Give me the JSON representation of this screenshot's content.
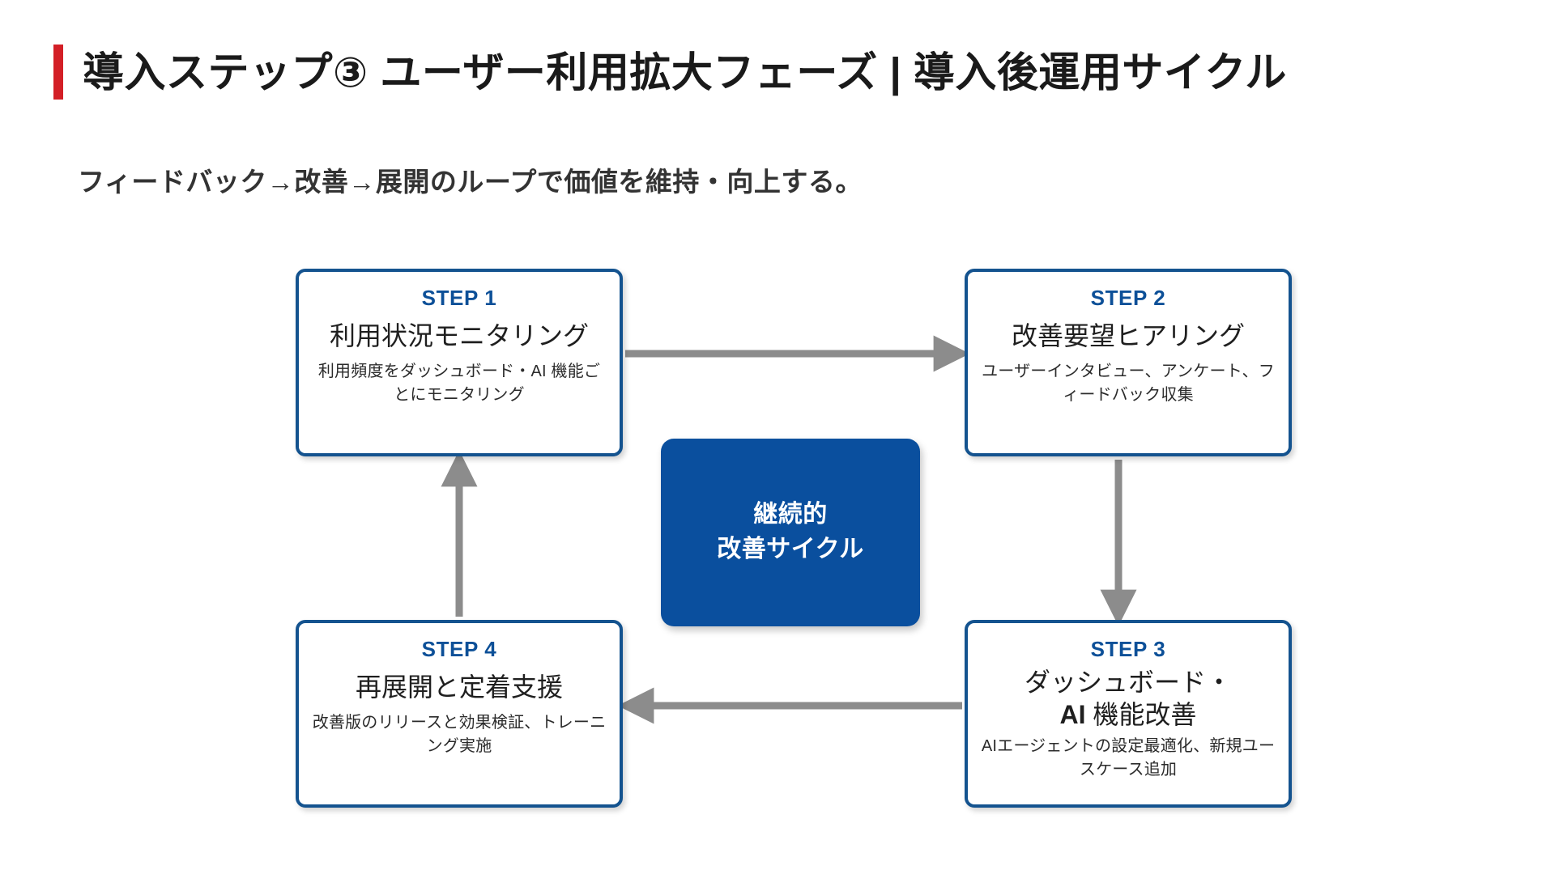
{
  "slide": {
    "title": "導入ステップ③ ユーザー利用拡大フェーズ | 導入後運用サイクル",
    "subtitle": "フィードバック→改善→展開のループで価値を維持・向上する。",
    "accent_bar_color": "#d31f26",
    "brand_blue": "#0a4f9e",
    "card_border_color": "#14538f",
    "step_label_color": "#0d5098",
    "arrow_color": "#8c8c8c",
    "background_color": "#ffffff"
  },
  "hub": {
    "line1": "継続的",
    "line2": "改善サイクル"
  },
  "steps": [
    {
      "label": "STEP 1",
      "title": "利用状況モニタリング",
      "desc": "利用頻度をダッシュボード・AI 機能ごとにモニタリング"
    },
    {
      "label": "STEP 2",
      "title": "改善要望ヒアリング",
      "desc": "ユーザーインタビュー、アンケート、フィードバック収集"
    },
    {
      "label": "STEP 3",
      "title_line1": "ダッシュボード・",
      "title_line2_bold": "AI",
      "title_line2_rest": " 機能改善",
      "desc": "AIエージェントの設定最適化、新規ユースケース追加"
    },
    {
      "label": "STEP 4",
      "title": "再展開と定着支援",
      "desc": "改善版のリリースと効果検証、トレーニング実施"
    }
  ],
  "arrows": [
    {
      "name": "step1-to-step2",
      "direction": "right"
    },
    {
      "name": "step2-to-step3",
      "direction": "down"
    },
    {
      "name": "step3-to-step4",
      "direction": "left"
    },
    {
      "name": "step4-to-step1",
      "direction": "up"
    }
  ]
}
